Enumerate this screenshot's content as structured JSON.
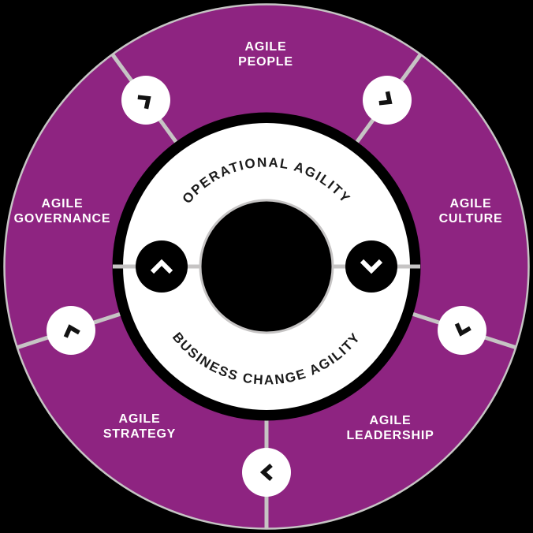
{
  "arc_labels": {
    "top": "OPERATIONAL AGILITY",
    "bottom": "BUSINESS CHANGE AGILITY"
  },
  "segments": [
    {
      "label_line1": "AGILE",
      "label_line2": "PEOPLE"
    },
    {
      "label_line1": "AGILE",
      "label_line2": "CULTURE"
    },
    {
      "label_line1": "AGILE",
      "label_line2": "LEADERSHIP"
    },
    {
      "label_line1": "AGILE",
      "label_line2": "STRATEGY"
    },
    {
      "label_line1": "AGILE",
      "label_line2": "GOVERNANCE"
    }
  ],
  "icons": {
    "divider-chevron-icon": "›",
    "inner-left-chevron-icon": "˄",
    "inner-right-chevron-icon": "˅"
  },
  "colors": {
    "wheel_purple": "#8E2481",
    "divider_gray": "#C6C4C4",
    "ring_white": "#FFFFFF",
    "outline_black": "#000000",
    "hub_black": "#000000",
    "label_white": "#FFFFFF",
    "arc_text_dark": "#1A1A1A",
    "background": "#000000"
  }
}
